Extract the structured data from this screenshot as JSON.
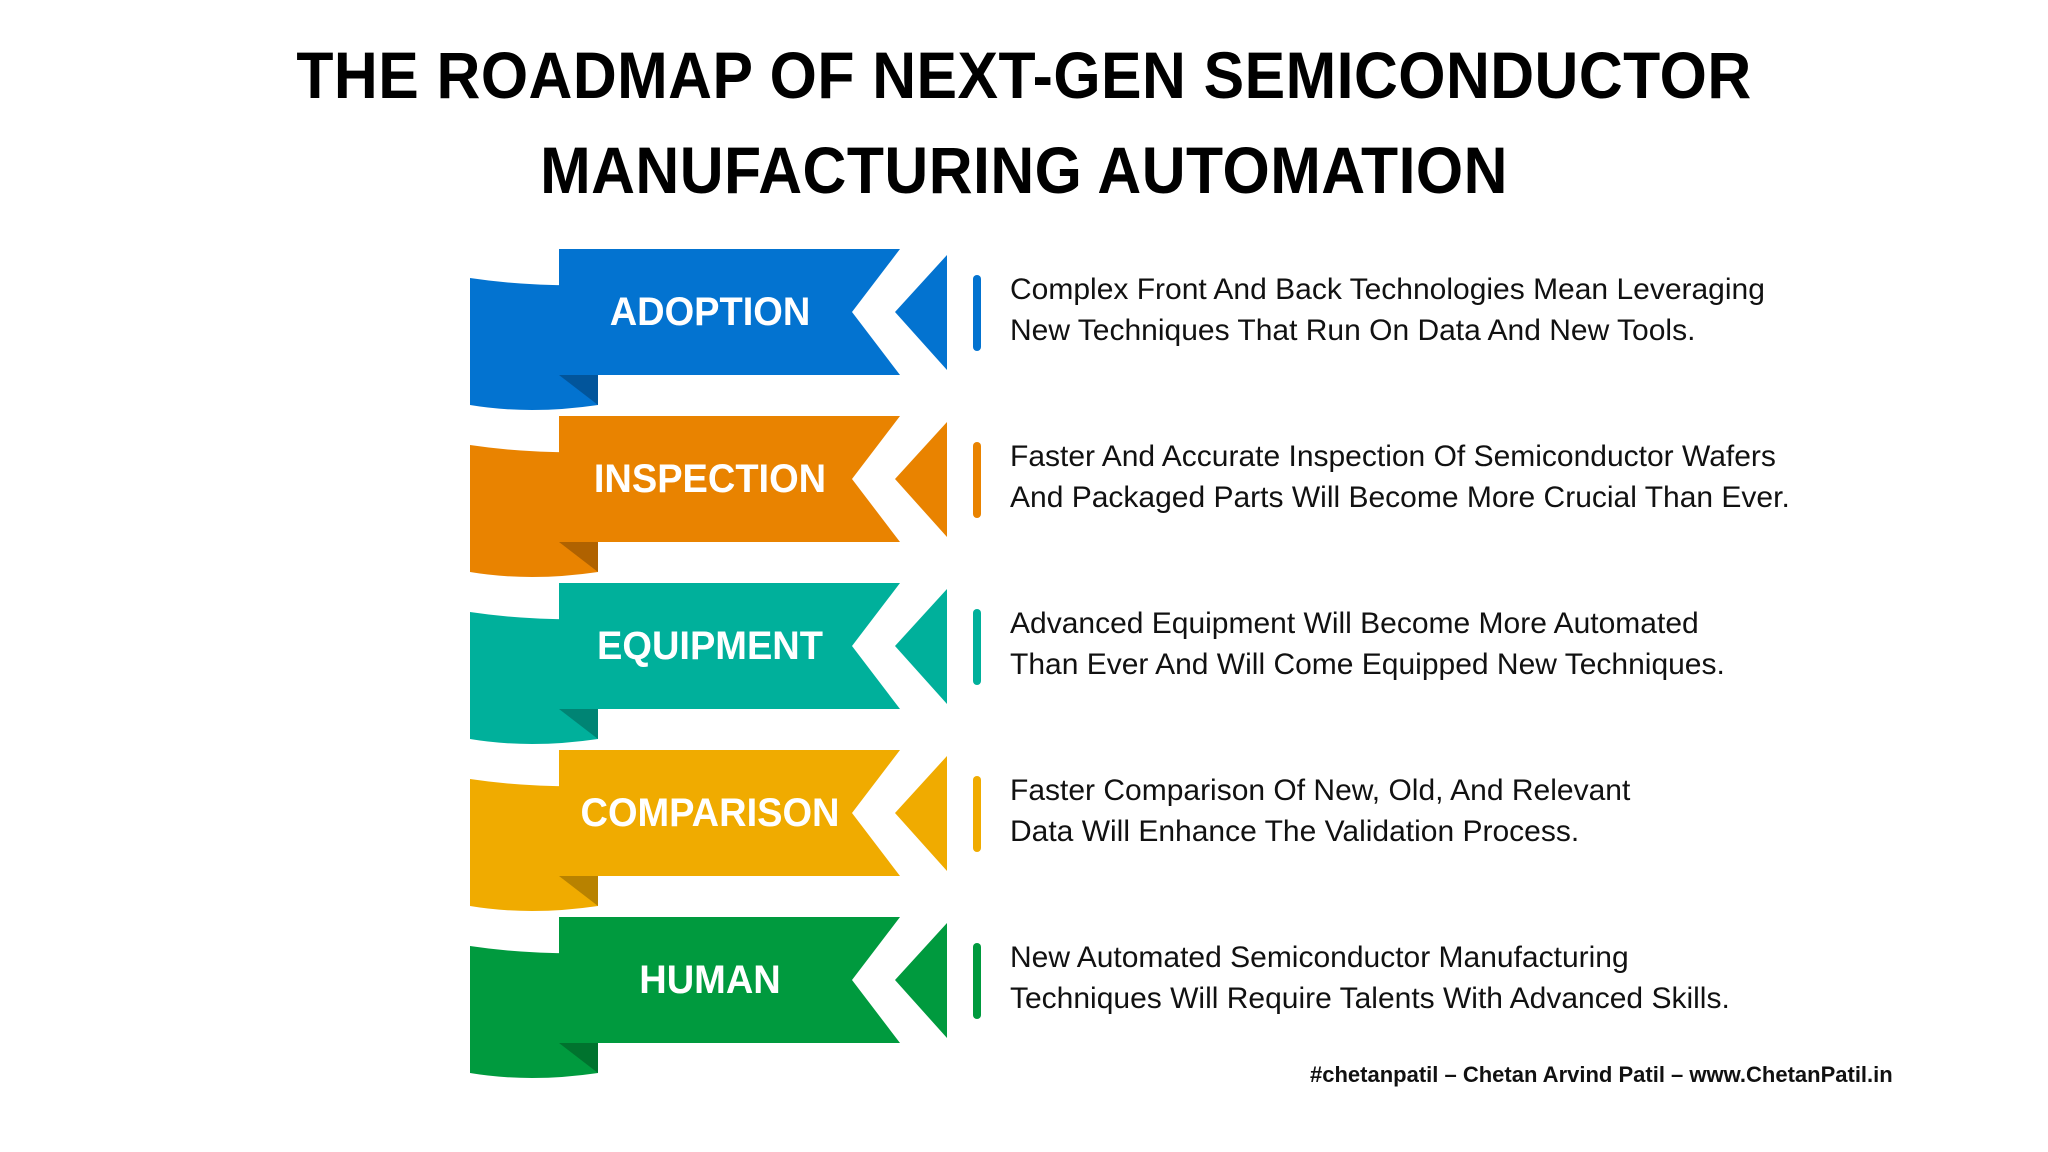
{
  "title": {
    "line1": "THE ROADMAP OF NEXT-GEN SEMICONDUCTOR",
    "line2": "MANUFACTURING AUTOMATION"
  },
  "rows": [
    {
      "label": "ADOPTION",
      "color": "#0373D0",
      "fold": "#02559B",
      "lines": [
        "Complex Front And Back Technologies Mean Leveraging",
        "New Techniques That Run On Data And New Tools."
      ]
    },
    {
      "label": "INSPECTION",
      "color": "#E98300",
      "fold": "#B06200",
      "lines": [
        "Faster And Accurate Inspection Of Semiconductor Wafers",
        "And Packaged Parts Will Become More Crucial Than Ever."
      ]
    },
    {
      "label": "EQUIPMENT",
      "color": "#00B09B",
      "fold": "#008474",
      "lines": [
        "Advanced Equipment Will Become More Automated",
        "Than Ever And Will Come Equipped New Techniques."
      ]
    },
    {
      "label": "COMPARISON",
      "color": "#F0AB00",
      "fold": "#B88200",
      "lines": [
        "Faster Comparison Of New, Old, And Relevant",
        "Data Will Enhance The Validation Process."
      ]
    },
    {
      "label": "HUMAN",
      "color": "#009A3E",
      "fold": "#00732E",
      "lines": [
        "New Automated Semiconductor Manufacturing",
        "Techniques Will Require Talents With Advanced Skills."
      ]
    }
  ],
  "footer": "#chetanpatil – Chetan Arvind Patil – www.ChetanPatil.in"
}
